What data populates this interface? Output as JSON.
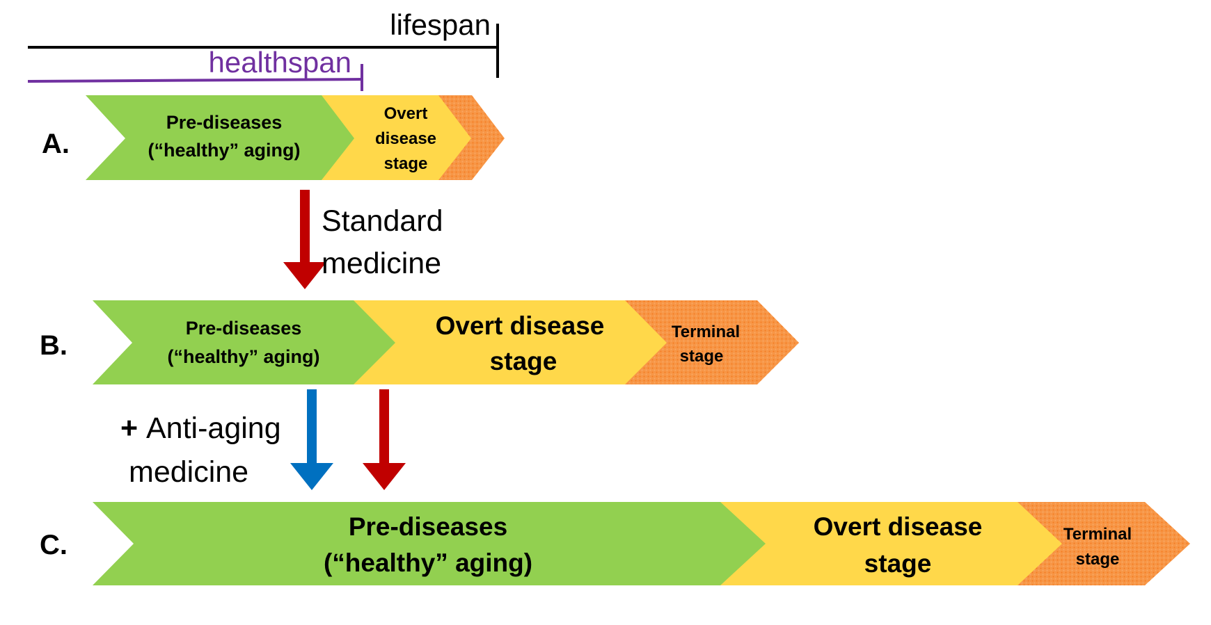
{
  "spans": {
    "lifespan_label": "lifespan",
    "healthspan_label": "healthspan"
  },
  "colors": {
    "green": "#92d050",
    "yellow": "#ffd84a",
    "orange": "#f79646",
    "orange_dark": "#f47a20",
    "red_arrow": "#c00000",
    "blue_arrow": "#0070c0",
    "healthspan": "#7030a0",
    "black": "#000000"
  },
  "rows": {
    "a": {
      "letter": "A.",
      "pre_line1": "Pre-diseases",
      "pre_line2": "(“healthy” aging)",
      "overt_line1": "Overt",
      "overt_line2": "disease",
      "overt_line3": "stage"
    },
    "b": {
      "letter": "B.",
      "pre_line1": "Pre-diseases",
      "pre_line2": "(“healthy” aging)",
      "overt_line1": "Overt disease",
      "overt_line2": "stage",
      "terminal_line1": "Terminal",
      "terminal_line2": "stage"
    },
    "c": {
      "letter": "C.",
      "pre_line1": "Pre-diseases",
      "pre_line2": "(“healthy” aging)",
      "overt_line1": "Overt disease",
      "overt_line2": "stage",
      "terminal_line1": "Terminal",
      "terminal_line2": "stage"
    }
  },
  "interventions": {
    "standard_line1": "Standard",
    "standard_line2": "medicine",
    "antiaging_plus": "+",
    "antiaging_line1": "Anti-aging",
    "antiaging_line2": "medicine"
  }
}
